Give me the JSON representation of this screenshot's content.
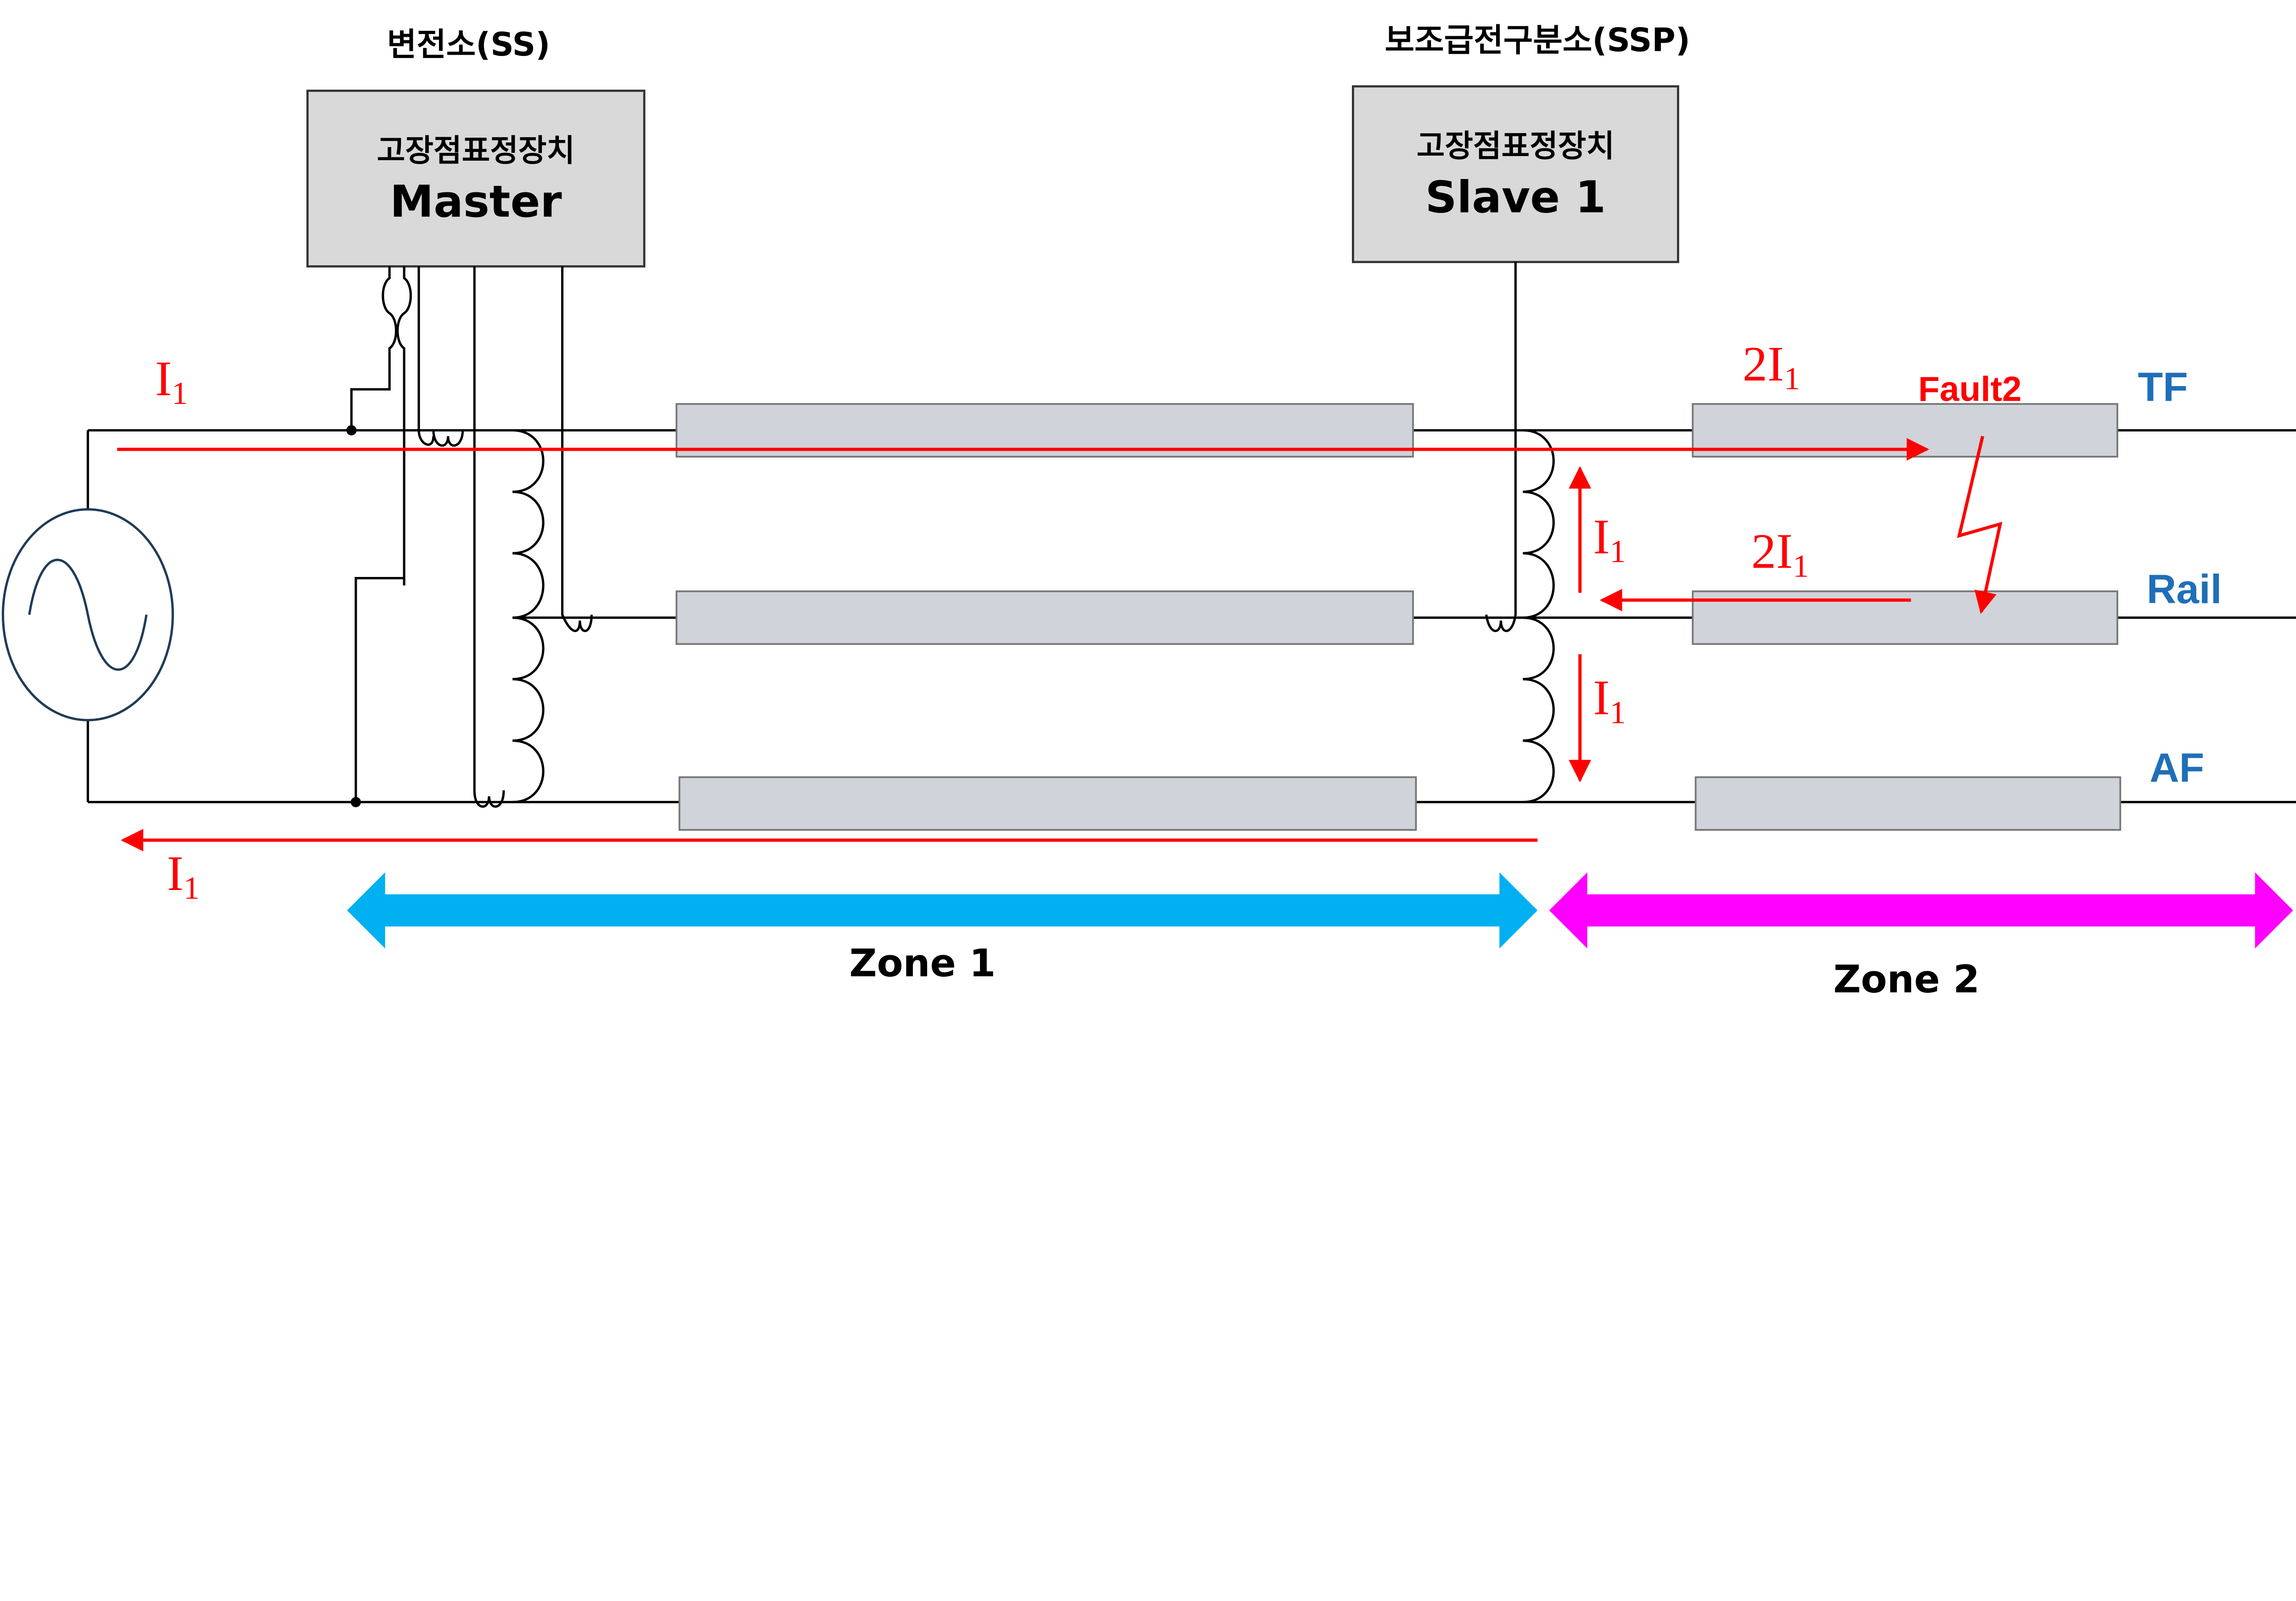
{
  "ss_label": "변전소(SS)",
  "ssp_label": "보조급전구분소(SSP)",
  "master_box": {
    "line1": "고장점표정장치",
    "line2": "Master"
  },
  "slave_box": {
    "line1": "고장점표정장치",
    "line2": "Slave 1"
  },
  "conductors": {
    "tf": "TF",
    "rail": "Rail",
    "af": "AF"
  },
  "currents": {
    "tf_source": "I",
    "tf_source_sub": "1",
    "af_return": "I",
    "af_return_sub": "1",
    "tf_zone2": "2I",
    "tf_zone2_sub": "1",
    "rail_zone2": "2I",
    "rail_zone2_sub": "1",
    "ssp_up": "I",
    "ssp_up_sub": "1",
    "ssp_down": "I",
    "ssp_down_sub": "1"
  },
  "fault_label": "Fault2",
  "zones": {
    "zone1": "Zone 1",
    "zone2": "Zone 2"
  },
  "colors": {
    "current": "#ff0000",
    "conductor_label": "#1f6fb8",
    "zone1": "#00b0f0",
    "zone2": "#ff00ff",
    "box": "#d9d9d9"
  }
}
